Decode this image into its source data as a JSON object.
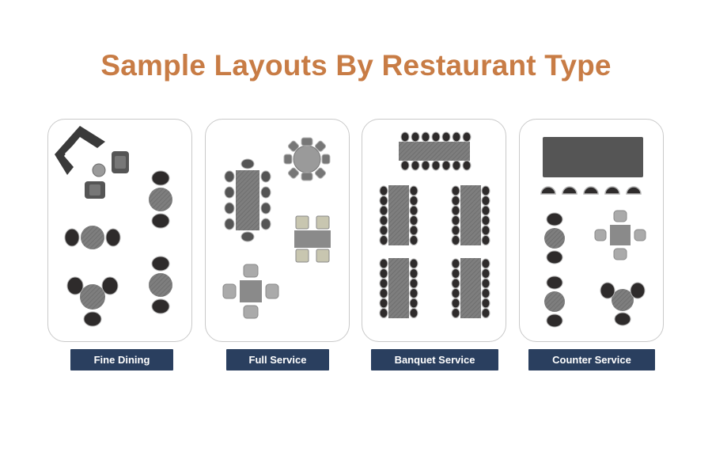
{
  "page": {
    "title": "Sample Layouts By Restaurant Type",
    "title_color": "#c87c45",
    "label_bg": "#2a3f5f"
  },
  "layouts": [
    {
      "label": "Fine Dining"
    },
    {
      "label": "Full Service"
    },
    {
      "label": "Banquet Service"
    },
    {
      "label": "Counter Service"
    }
  ],
  "colors": {
    "table": "#7a7a7a",
    "chair_dark": "#2e2b2b",
    "chair_gray": "#5a5a5a",
    "chair_light": "#c8c6b0",
    "chair_rim": "#b5b5b5",
    "booth": "#3a3a3a",
    "counter": "#555555",
    "panel_border": "#c9c9c9"
  },
  "icons": [
    "round-table-icon",
    "square-table-icon",
    "rect-table-icon",
    "chair-icon",
    "booth-icon",
    "counter-icon",
    "bar-stool-icon"
  ]
}
